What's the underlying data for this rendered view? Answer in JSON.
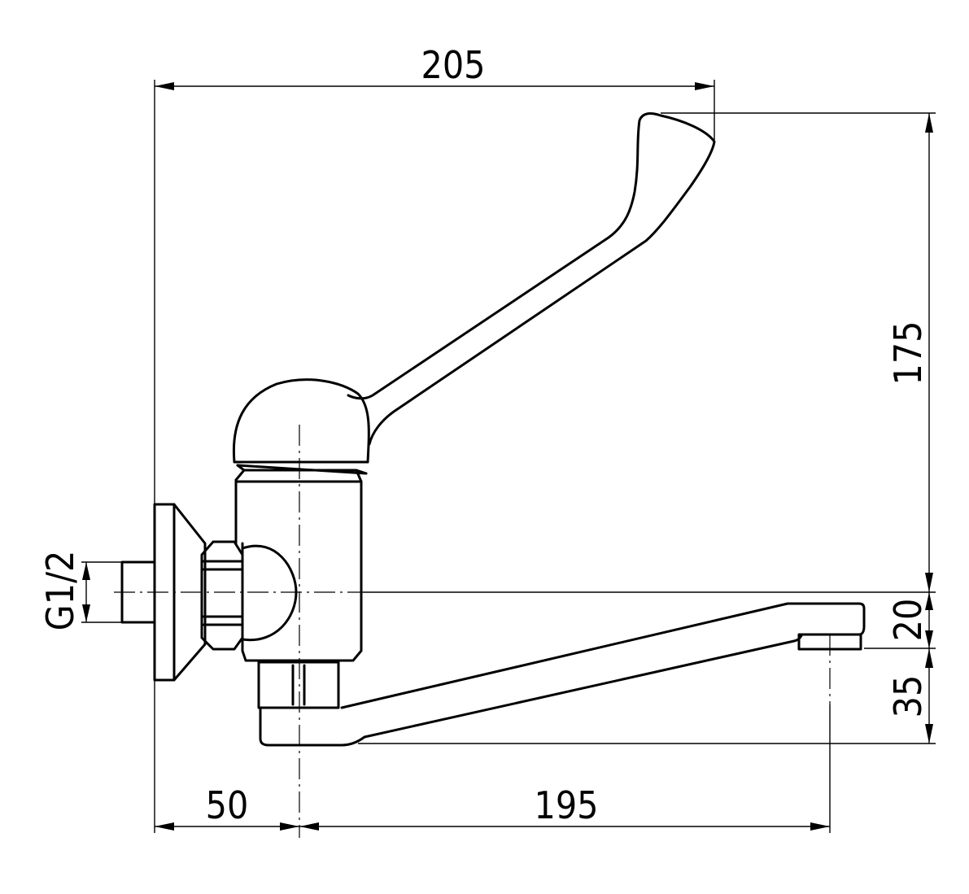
{
  "dimensions": {
    "overall_width": "205",
    "overall_height": "175",
    "spout_offset": "20",
    "spout_drop": "35",
    "wall_to_axis": "50",
    "spout_reach": "195",
    "thread": "G1/2"
  }
}
